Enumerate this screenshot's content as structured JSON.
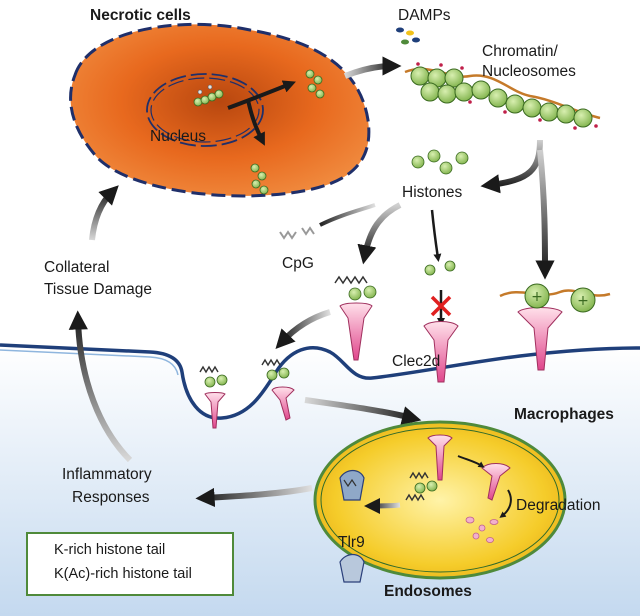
{
  "labels": {
    "necrotic_cells": "Necrotic cells",
    "nucleus": "Nucleus",
    "damps": "DAMPs",
    "chromatin_line1": "Chromatin/",
    "chromatin_line2": "Nucleosomes",
    "histones": "Histones",
    "cpg": "CpG",
    "collateral_line1": "Collateral",
    "collateral_line2": "Tissue Damage",
    "clec2d": "Clec2d",
    "macrophages": "Macrophages",
    "inflammatory_line1": "Inflammatory",
    "inflammatory_line2": "Responses",
    "degradation": "Degradation",
    "tlr9": "Tlr9",
    "endosomes": "Endosomes"
  },
  "legend": {
    "items": [
      {
        "label": "K-rich histone tail",
        "icon": "k-rich-tail-icon"
      },
      {
        "label": "K(Ac)-rich histone tail",
        "icon": "kac-rich-tail-icon"
      }
    ]
  },
  "colors": {
    "cell_orange": "#e8691e",
    "membrane_blue": "#2a3f7a",
    "nucleosome_green": "#8bc34a",
    "receptor_pink": "#e0468c",
    "endosome_yellow": "#f2c21a",
    "endosome_border": "#4f8a3a",
    "macrophage_bg": "#cfe0f2",
    "inhibit_red": "#e02020"
  }
}
